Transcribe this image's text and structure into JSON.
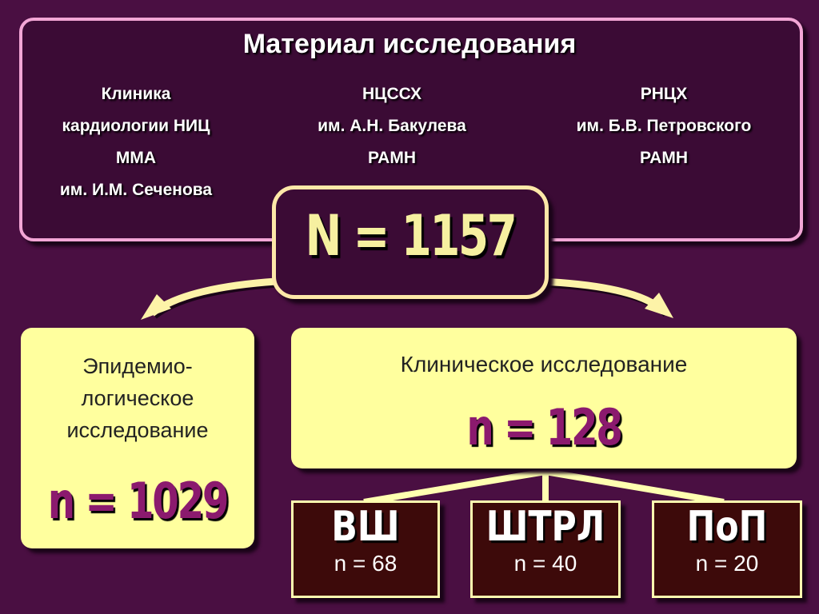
{
  "title": "Материал исследования",
  "clinics": [
    {
      "lines": [
        "Клиника",
        "кардиологии НИЦ",
        "ММА",
        "им. И.М. Сеченова"
      ]
    },
    {
      "lines": [
        "НЦССХ",
        "им. А.Н. Бакулева",
        "РАМН"
      ]
    },
    {
      "lines": [
        "РНЦХ",
        "им. Б.В. Петровского",
        "РАМН"
      ]
    }
  ],
  "total": "N = 1157",
  "epidemiological": {
    "title_lines": [
      "Эпидемио-",
      "логическое",
      "исследование"
    ],
    "n": "n = 1029"
  },
  "clinical": {
    "title": "Клиническое исследование",
    "n": "n = 128"
  },
  "groups": [
    {
      "name": "ВШ",
      "n": "n = 68"
    },
    {
      "name": "ШТРЛ",
      "n": "n = 40"
    },
    {
      "name": "ПоП",
      "n": "n = 20"
    }
  ],
  "colors": {
    "background": "#4a0f42",
    "box_border_pink": "#f3a6d6",
    "yellow_box": "#ffff9e",
    "number_magenta": "#8b1a6e",
    "total_text": "#f6f0a0",
    "group_box": "#3d0a0a"
  }
}
